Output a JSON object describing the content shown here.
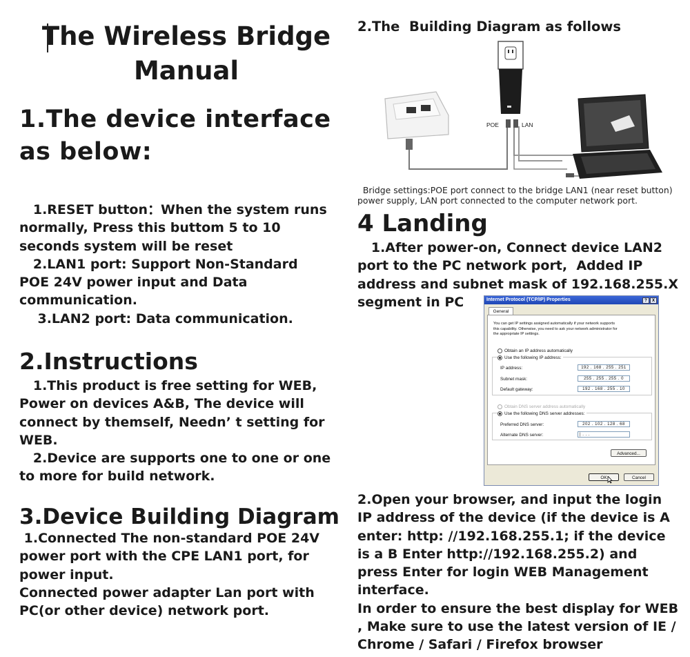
{
  "title": {
    "line1": "The Wireless Bridge",
    "line2": "Manual"
  },
  "section1": {
    "heading_line1": "1.The device interface",
    "heading_line2": "as below:",
    "body": "   1.RESET button：When the system runs\nnormally, Press this buttom 5 to 10\nseconds system will be reset\n   2.LAN1 port: Support Non-Standard\nPOE 24V power input and Data\ncommunication.\n    3.LAN2 port: Data communication."
  },
  "section2": {
    "heading": "2.Instructions",
    "body": "   1.This product is free setting for WEB,\nPower on devices A&B, The device will\nconnect by themself, Needn’ t setting for\nWEB.\n   2.Device are supports one to one or one\nto more for build network."
  },
  "section3": {
    "heading": "3.Device Building Diagram",
    "body": " 1.Connected The non-standard POE 24V\npower port with the CPE LAN1 port, for\npower input.\nConnected power adapter Lan port with\nPC(or other device) network port."
  },
  "diagram": {
    "heading": "2.The  Building Diagram as follows",
    "poe_label": "POE",
    "lan_label": "LAN",
    "caption": "  Bridge settings:POE port connect to the bridge LAN1 (near reset button)\npower supply, LAN port connected to the computer network port."
  },
  "section4": {
    "heading": "4 Landing",
    "step1": "   1.After power-on, Connect device LAN2\nport to the PC network port,  Added IP\naddress and subnet mask of 192.168.255.X\nsegment in PC",
    "step2": "2.Open your browser, and input the login\nIP address of the device (if the device is A\nenter: http: //192.168.255.1; if the device\nis a B Enter http://192.168.255.2) and\npress Enter for login WEB Management\ninterface.\nIn order to ensure the best display for WEB\n, Make sure to use the latest version of IE /\nChrome / Safari / Firefox browser"
  },
  "dialog": {
    "title": "Internet Protocol (TCP/IP) Properties",
    "title_buttons": [
      "?",
      "X"
    ],
    "tab": "General",
    "intro": "You can get IP settings assigned automatically if your network supports\nthis capability. Otherwise, you need to ask your network administrator for\nthe appropriate IP settings.",
    "obtain_auto": "Obtain an IP address automatically",
    "use_following": "Use the following IP address:",
    "ip_label": "IP address:",
    "ip_value": "192 . 168 . 255 . 251",
    "mask_label": "Subnet mask:",
    "mask_value": "255 . 255 . 255 . 0",
    "gateway_label": "Default gateway:",
    "gateway_value": "192 . 168 . 255 . 10",
    "dns_auto": "Obtain DNS server address automatically",
    "dns_following": "Use the following DNS server addresses:",
    "pref_dns_label": "Preferred DNS server:",
    "pref_dns_value": "202 . 102 . 128 . 68",
    "alt_dns_label": "Alternate DNS server:",
    "alt_dns_value": "|        .        .        .",
    "advanced": "Advanced...",
    "ok": "OK",
    "cancel": "Cancel"
  }
}
